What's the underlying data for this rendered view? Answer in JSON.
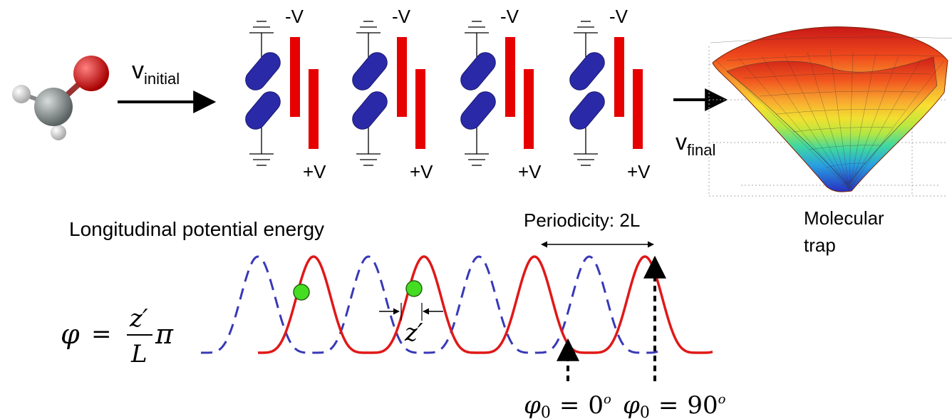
{
  "velocities": {
    "initial_base": "v",
    "initial_sub": "initial",
    "final_base": "v",
    "final_sub": "final"
  },
  "stages": [
    {
      "neg_label": "-V",
      "pos_label": "+V"
    },
    {
      "neg_label": "-V",
      "pos_label": "+V"
    },
    {
      "neg_label": "-V",
      "pos_label": "+V"
    },
    {
      "neg_label": "-V",
      "pos_label": "+V"
    }
  ],
  "trap": {
    "label_line1": "Molecular",
    "label_line2": "trap"
  },
  "potential": {
    "title": "Longitudinal potential energy",
    "periodicity_label": "Periodicity: 2L",
    "z_prime_label": "z′"
  },
  "equation": {
    "lhs": "φ",
    "eq": "=",
    "numerator": "z′",
    "denominator": "L",
    "factor": "π"
  },
  "phase_labels": [
    {
      "phi": "φ",
      "sub": "0",
      "eq": "=",
      "value": "0",
      "unit": "o"
    },
    {
      "phi": "φ",
      "sub": "0",
      "eq": "=",
      "value": "90",
      "unit": "o"
    }
  ],
  "colors": {
    "electrode_red": "#e60000",
    "rod_blue": "#2a2aa8",
    "dashed_blue": "#3838b8",
    "solid_red": "#e01818",
    "dot_green": "#44dd22",
    "oxygen": "#cc1a1a",
    "carbon": "#8a9090",
    "hydrogen": "#e8e8e8"
  }
}
